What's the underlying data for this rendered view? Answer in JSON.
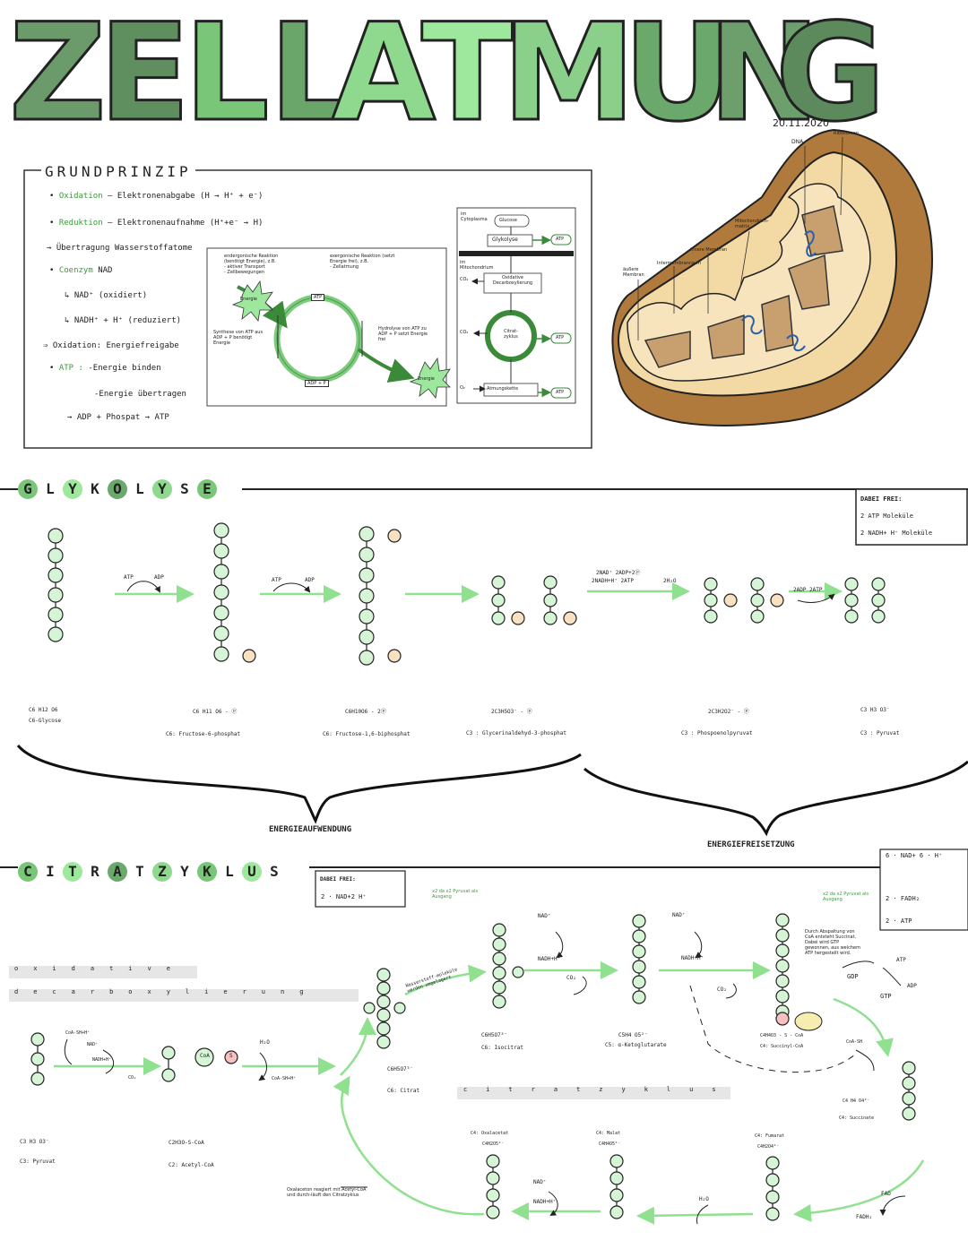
{
  "header": {
    "title": "ZELLATMUNG",
    "date": "20.11.2020",
    "colors": [
      "#6b9a6b",
      "#5f8f5f",
      "#79c679",
      "#6aa66a",
      "#8fd98f",
      "#9ee89e",
      "#8acf8a",
      "#6ba86b",
      "#6d9f6d",
      "#5d8a5d"
    ]
  },
  "grundprinzip": {
    "title": "GRUNDPRINZIP",
    "l1a": "Oxidation",
    "l1b": "Elektronenabgabe (H → H⁺ + e⁻)",
    "l2a": "Reduktion",
    "l2b": "Elektronenaufnahme (H⁺+e⁻ → H)",
    "l3": "→ Übertragung Wasserstoffatome",
    "l4a": "Coenzym",
    "l4b": "NAD",
    "l5": "↳ NAD⁺ (oxidiert)",
    "l6": "↳ NADH⁺ + H⁺ (reduziert)",
    "l7": "⇒ Oxidation: Energiefreigabe",
    "l8a": "ATP :",
    "l8b": "-Energie binden",
    "l9": "-Energie übertragen",
    "l10": "→ ADP + Phospat → ATP",
    "cycle": {
      "endergonic": "endergonische Reaktion (benötigt Energie), z.B.\n- aktiver Transport\n- Zellbewegungen",
      "exergonic": "exergonische Reaktion (setzt Energie frei), z.B.\n- Zellatmung",
      "synth": "Synthese von ATP aus ADP + P benötigt Energie",
      "hydro": "Hydrolyse von ATP zu ADP + P setzt Energie frei",
      "atp": "ATP",
      "adp": "ADP + P",
      "energie": "Energie"
    },
    "overview": {
      "cyto_label": "im Cytoplasma",
      "glucose": "Glucose",
      "glykolyse": "Glykolyse",
      "mito_label": "im Mitochondrium",
      "oxdec": "Oxidative Decarboxylierung",
      "citrat": "Citrat-zyklus",
      "atmung": "Atmungskette",
      "atp": "ATP",
      "co2": "CO₂",
      "o2": "O₂"
    }
  },
  "mito": {
    "dna": "DNA",
    "ribo": "Ribosomen",
    "matrix": "Mitochondrien-matrix",
    "inner": "innere Membran",
    "inter": "Intermembranraum",
    "outer": "äußere Membran"
  },
  "glykolyse": {
    "title": "GLYKOLYSE",
    "free_title": "DABEI FREI:",
    "free1": "2 ATP Moleküle",
    "free2": "2 NADH+ H⁺ Moleküle",
    "atp": "ATP",
    "adp": "ADP",
    "nad_label": "2NAD⁺  2ADP+2ⓟ",
    "nadh_label": "2NADH+H⁺  2ATP",
    "h2o": "2H₂O",
    "adp_atp": "2ADP 2ATP",
    "glucose_formula": "C6 H12 O6",
    "glucose_name": "C6-Glycose",
    "f6p_formula": "C6 H11 O6 - ⓟ",
    "f6p_name": "C6: Fructose-6-phosphat",
    "fbp_formula": "C6H10O6 - 2ⓟ",
    "fbp_name": "C6: Fructose-1,6-biphosphat",
    "g3p_formula": "2C3H5O3⁻ - ⓟ",
    "g3p_name": "C3 : Glycerinaldehyd-3-phosphat",
    "pep_formula": "2C3H2O2⁻ - ⓟ",
    "pep_name": "C3 : Phospoenolpyruvat",
    "pyr_formula": "C3 H3 O3⁻",
    "pyr_name": "C3 : Pyruvat",
    "aufwand": "ENERGIEAUFWENDUNG",
    "freisetzung": "ENERGIEFREISETZUNG"
  },
  "citrat": {
    "title": "CITRATZYKLUS",
    "free_title": "DABEI FREI:",
    "free1": "2 · NAD+2 H⁺",
    "free_right1": "6 · NAD+ 6 · H⁺",
    "free_right2": "2 · FADH₂",
    "free_right3": "2 · ATP",
    "note1": "x2 da x2 Pyruvat als Ausgang",
    "note2": "x2 da x2 Pyruvat als Ausgang",
    "gtp_note": "Durch Abspaltung von CoA entsteht Succinat. Dabei wird GTP gewonnen, aus welchem ATP hergestellt wird.",
    "oxdec_word1": "oxidative",
    "oxdec_word2": "decarboxylierung",
    "cz_word": "citratzyklus",
    "coa_sh": "CoA-SH+H⁺",
    "nad_plus": "NAD⁺",
    "nadh": "NADH+H⁺",
    "co2": "CO₂",
    "h2o": "H₂O",
    "coa_sh2": "CoA-SH+H⁺",
    "pyr_formula": "C3 H3 O3⁻",
    "pyr_name": "C3: Pyruvat",
    "acetyl_formula": "C2H3O-S-CoA",
    "acetyl_name": "C2: Acetyl-CoA",
    "coa": "CoA",
    "s": "S",
    "citrat_formula": "C6H5O7³⁻",
    "citrat_name": "C6: Citrat",
    "water_note": "Wasserstoff-moleküle werden umgelagert",
    "iso_formula": "C6H5O7³⁻",
    "iso_name": "C6: Isocitrat",
    "akg_formula": "C5H4 O5²⁻",
    "akg_name": "C5: α-Ketoglutarate",
    "succoa_formula": "C4H4O3 - S - CoA",
    "succoa_name": "C4: Succinyl-CoA",
    "gdp": "GDP",
    "gtp": "GTP",
    "atp": "ATP",
    "adp": "ADP",
    "coa_sh3": "CoA-SH",
    "succ_formula": "C4 H4 O4²⁻",
    "succ_name": "C4: Succinate",
    "fum_formula": "C4: Fumarat",
    "fum_formula2": "C4H2O4²⁻",
    "fad": "FAD",
    "fadh": "FADH₂",
    "malat_name": "C4: Malat",
    "malat_formula": "C4H4O5²⁻",
    "oxal_name": "C4: Oxalacetat",
    "oxal_formula": "C4H2O5²⁻",
    "oxal_note": "Oxalaceton reagiert mit Acetyl-CoA und durch-läuft den Citratzyklus",
    "h2o2": "H₂O"
  }
}
